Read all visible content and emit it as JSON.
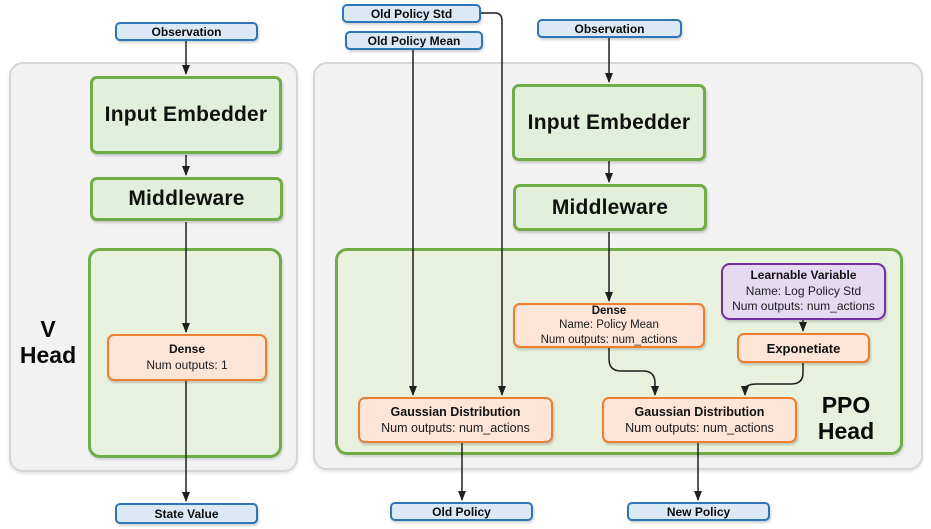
{
  "colors": {
    "blue-fill": "#dbe9f7",
    "blue-border": "#2e75b6",
    "green-fill": "#e2efda",
    "green-border": "#70ad47",
    "container-fill": "#e7f1de",
    "panel-fill": "#f2f2f2",
    "panel-border": "#d6d6d6",
    "orange-fill": "#fce4d6",
    "orange-border": "#ed7d31",
    "purple-fill": "#e6d9f2",
    "purple-border": "#7030a0",
    "arrow": "#1f1f1f"
  },
  "v_head": {
    "observation": "Observation",
    "input_embedder": "Input Embedder",
    "middleware": "Middleware",
    "dense_title": "Dense",
    "dense_outputs": "Num outputs: 1",
    "label_line1": "V",
    "label_line2": "Head",
    "state_value": "State Value"
  },
  "ppo_head": {
    "old_policy_std": "Old Policy Std",
    "old_policy_mean": "Old Policy Mean",
    "observation": "Observation",
    "input_embedder": "Input Embedder",
    "middleware": "Middleware",
    "dense_title": "Dense",
    "dense_name": "Name: Policy Mean",
    "dense_outputs": "Num outputs: num_actions",
    "learnable_title": "Learnable Variable",
    "learnable_name": "Name: Log Policy Std",
    "learnable_outputs": "Num outputs: num_actions",
    "exponetiate": "Exponetiate",
    "gaussian_old_title": "Gaussian Distribution",
    "gaussian_old_outputs": "Num outputs: num_actions",
    "gaussian_new_title": "Gaussian Distribution",
    "gaussian_new_outputs": "Num outputs: num_actions",
    "label_line1": "PPO",
    "label_line2": "Head",
    "old_policy": "Old Policy",
    "new_policy": "New Policy"
  }
}
